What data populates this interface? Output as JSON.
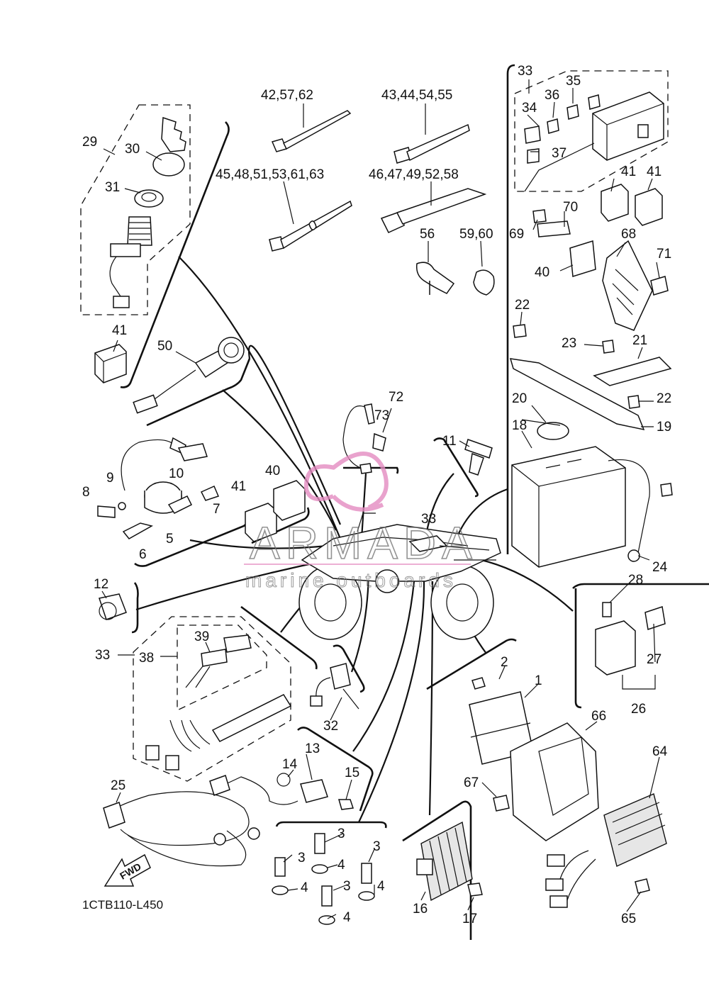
{
  "watermark": {
    "brand": "ARMADA",
    "tagline": "marine outboards",
    "accent_color": "#e48bc0"
  },
  "reference_code": "1CTB110-L450",
  "fwd_label": "FWD",
  "callouts": [
    {
      "id": "c1",
      "text": "1"
    },
    {
      "id": "c2",
      "text": "2"
    },
    {
      "id": "c3a",
      "text": "3"
    },
    {
      "id": "c3b",
      "text": "3"
    },
    {
      "id": "c3c",
      "text": "3"
    },
    {
      "id": "c3d",
      "text": "3"
    },
    {
      "id": "c4a",
      "text": "4"
    },
    {
      "id": "c4b",
      "text": "4"
    },
    {
      "id": "c4c",
      "text": "4"
    },
    {
      "id": "c4d",
      "text": "4"
    },
    {
      "id": "c5",
      "text": "5"
    },
    {
      "id": "c6",
      "text": "6"
    },
    {
      "id": "c7",
      "text": "7"
    },
    {
      "id": "c8",
      "text": "8"
    },
    {
      "id": "c9",
      "text": "9"
    },
    {
      "id": "c10",
      "text": "10"
    },
    {
      "id": "c11",
      "text": "11"
    },
    {
      "id": "c12",
      "text": "12"
    },
    {
      "id": "c13",
      "text": "13"
    },
    {
      "id": "c14",
      "text": "14"
    },
    {
      "id": "c15",
      "text": "15"
    },
    {
      "id": "c16",
      "text": "16"
    },
    {
      "id": "c17",
      "text": "17"
    },
    {
      "id": "c18",
      "text": "18"
    },
    {
      "id": "c19",
      "text": "19"
    },
    {
      "id": "c20",
      "text": "20"
    },
    {
      "id": "c21",
      "text": "21"
    },
    {
      "id": "c22a",
      "text": "22"
    },
    {
      "id": "c22b",
      "text": "22"
    },
    {
      "id": "c23",
      "text": "23"
    },
    {
      "id": "c24",
      "text": "24"
    },
    {
      "id": "c25",
      "text": "25"
    },
    {
      "id": "c26",
      "text": "26"
    },
    {
      "id": "c27",
      "text": "27"
    },
    {
      "id": "c28",
      "text": "28"
    },
    {
      "id": "c29",
      "text": "29"
    },
    {
      "id": "c30",
      "text": "30"
    },
    {
      "id": "c31",
      "text": "31"
    },
    {
      "id": "c32",
      "text": "32"
    },
    {
      "id": "c33a",
      "text": "33"
    },
    {
      "id": "c33b",
      "text": "33"
    },
    {
      "id": "c33c",
      "text": "33"
    },
    {
      "id": "c34",
      "text": "34"
    },
    {
      "id": "c35",
      "text": "35"
    },
    {
      "id": "c36",
      "text": "36"
    },
    {
      "id": "c37",
      "text": "37"
    },
    {
      "id": "c38",
      "text": "38"
    },
    {
      "id": "c39",
      "text": "39"
    },
    {
      "id": "c40a",
      "text": "40"
    },
    {
      "id": "c40b",
      "text": "40"
    },
    {
      "id": "c41a",
      "text": "41"
    },
    {
      "id": "c41b",
      "text": "41"
    },
    {
      "id": "c41c",
      "text": "41"
    },
    {
      "id": "c41d",
      "text": "41"
    },
    {
      "id": "c42",
      "text": "42,57,62"
    },
    {
      "id": "c43",
      "text": "43,44,54,55"
    },
    {
      "id": "c45",
      "text": "45,48,51,53,61,63"
    },
    {
      "id": "c46",
      "text": "46,47,49,52,58"
    },
    {
      "id": "c50",
      "text": "50"
    },
    {
      "id": "c56",
      "text": "56"
    },
    {
      "id": "c59",
      "text": "59,60"
    },
    {
      "id": "c64",
      "text": "64"
    },
    {
      "id": "c65",
      "text": "65"
    },
    {
      "id": "c66",
      "text": "66"
    },
    {
      "id": "c67",
      "text": "67"
    },
    {
      "id": "c68",
      "text": "68"
    },
    {
      "id": "c69",
      "text": "69"
    },
    {
      "id": "c70",
      "text": "70"
    },
    {
      "id": "c71",
      "text": "71"
    },
    {
      "id": "c72",
      "text": "72"
    },
    {
      "id": "c73",
      "text": "73"
    }
  ]
}
